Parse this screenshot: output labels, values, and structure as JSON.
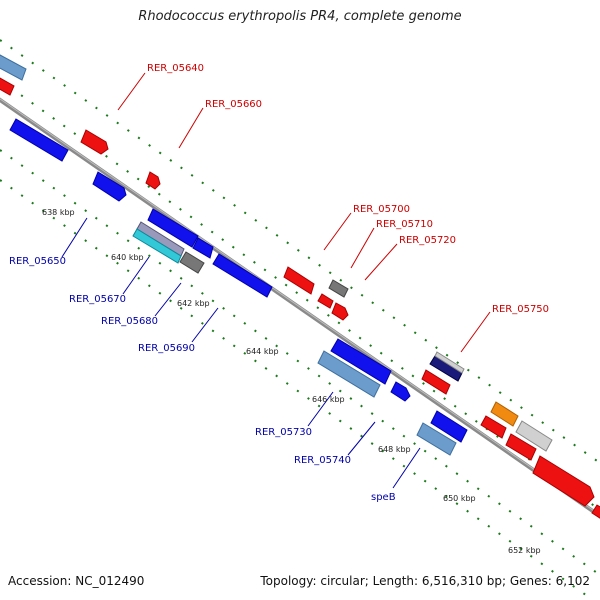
{
  "title": "Rhodococcus erythropolis PR4, complete genome",
  "footer": {
    "accession": "Accession: NC_012490",
    "stats": "Topology: circular; Length: 6,516,310 bp; Genes: 6,102"
  },
  "colors": {
    "backbone": "#8a8a8a",
    "tick_dots": "#1a7a1a",
    "forward_label": "#cc0000",
    "reverse_label": "#0000aa"
  },
  "ticks": [
    "638 kbp",
    "640 kbp",
    "642 kbp",
    "644 kbp",
    "646 kbp",
    "648 kbp",
    "650 kbp",
    "652 kbp"
  ],
  "forward_labels": [
    "RER_05640",
    "RER_05660",
    "RER_05700",
    "RER_05710",
    "RER_05720",
    "RER_05750"
  ],
  "reverse_labels": [
    "RER_05650",
    "RER_05670",
    "RER_05680",
    "RER_05690",
    "RER_05730",
    "RER_05740",
    "speB"
  ]
}
